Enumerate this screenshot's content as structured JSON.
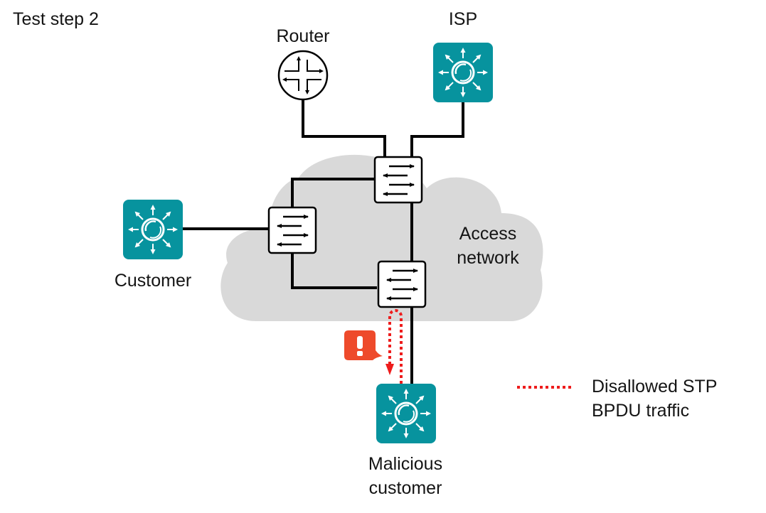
{
  "title": "Test step 2",
  "nodes": {
    "router": {
      "label": "Router",
      "icon": "router-icon"
    },
    "isp": {
      "label": "ISP",
      "icon": "network-device-icon"
    },
    "customer": {
      "label": "Customer",
      "icon": "network-device-icon"
    },
    "malicious": {
      "label_line1": "Malicious",
      "label_line2": "customer",
      "icon": "network-device-icon"
    },
    "switches": [
      {
        "id": "switch-top",
        "icon": "switch-icon"
      },
      {
        "id": "switch-left",
        "icon": "switch-icon"
      },
      {
        "id": "switch-bottom",
        "icon": "switch-icon"
      }
    ]
  },
  "cloud": {
    "label_line1": "Access",
    "label_line2": "network"
  },
  "alert": {
    "icon": "exclamation-alert-icon",
    "symbol": "!"
  },
  "legend": {
    "line1": "Disallowed STP",
    "line2": "BPDU traffic",
    "style": "dotted-red"
  },
  "colors": {
    "teal": "#07939e",
    "cloud": "#d9d9d9",
    "alert": "#ee4a2b",
    "bpdu": "#ee1c1c",
    "link": "#000000"
  }
}
